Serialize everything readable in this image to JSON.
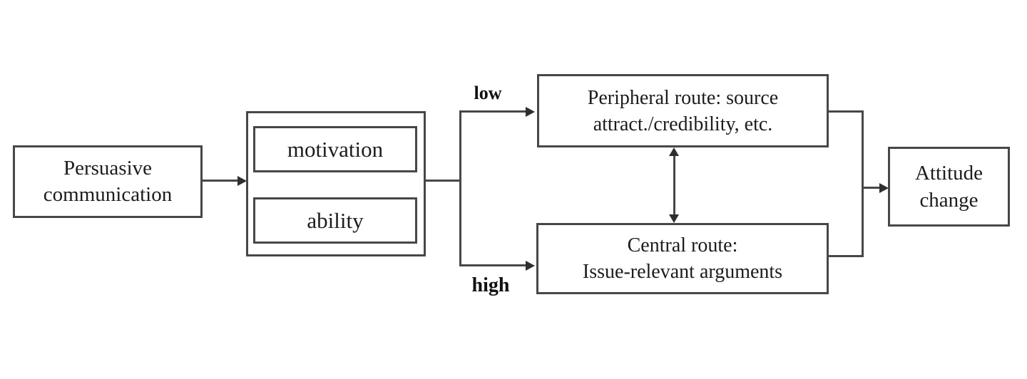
{
  "diagram": {
    "model_name": "persuasion-routes-flow",
    "nodes": {
      "persuasive_communication": {
        "line1": "Persuasive",
        "line2": "communication"
      },
      "motivation": {
        "label": "motivation"
      },
      "ability": {
        "label": "ability"
      },
      "peripheral_route": {
        "line1": "Peripheral route: source",
        "line2": "attract./credibility,  etc."
      },
      "central_route": {
        "line1": "Central route:",
        "line2": "Issue-relevant arguments"
      },
      "attitude_change": {
        "line1": "Attitude",
        "line2": "change"
      }
    },
    "edge_labels": {
      "low": "low",
      "high": "high"
    },
    "colors": {
      "line": "#474747",
      "text": "#1c1c1c",
      "background": "#ffffff"
    }
  }
}
